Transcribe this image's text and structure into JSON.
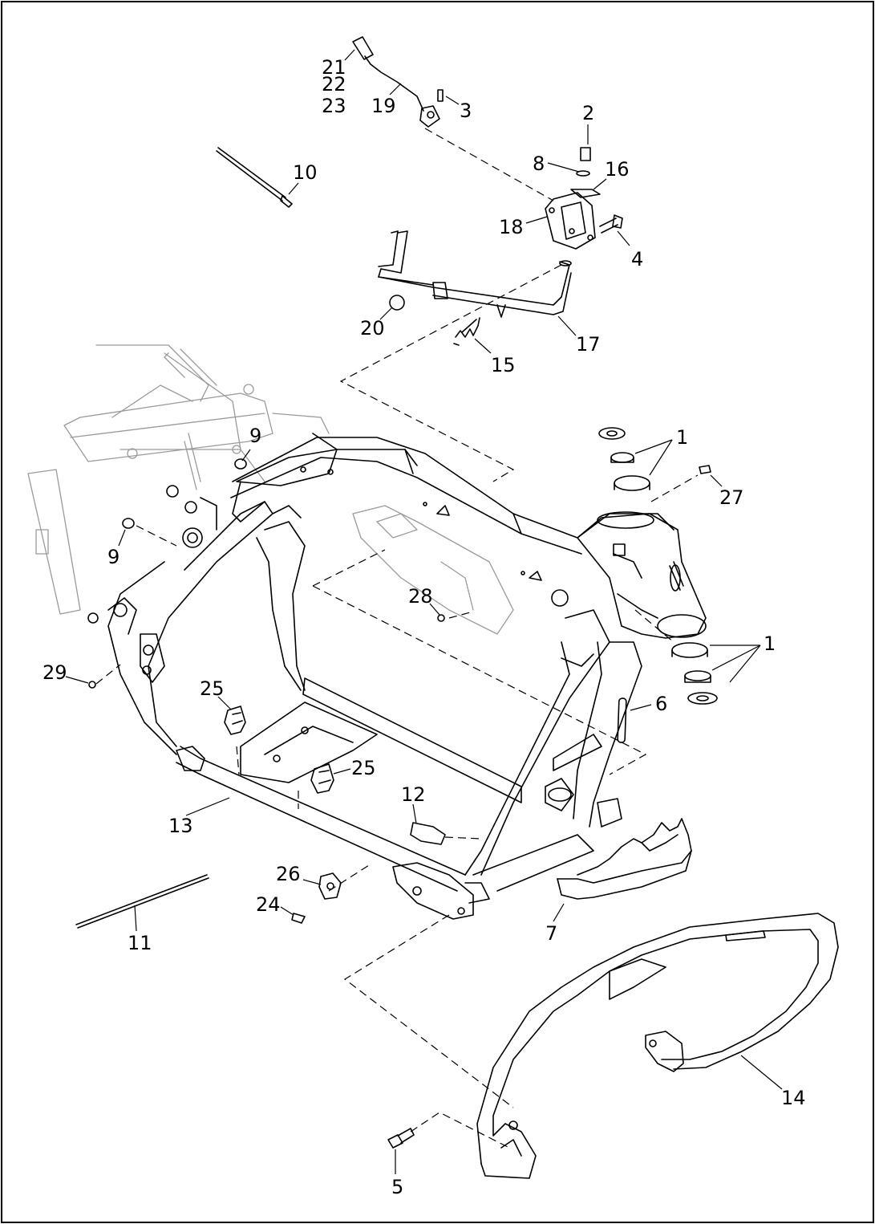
{
  "diagram": {
    "callouts": [
      {
        "id": "c21",
        "text": "21"
      },
      {
        "id": "c22",
        "text": "22"
      },
      {
        "id": "c23",
        "text": "23"
      },
      {
        "id": "c19",
        "text": "19"
      },
      {
        "id": "c3",
        "text": "3"
      },
      {
        "id": "c2",
        "text": "2"
      },
      {
        "id": "c8",
        "text": "8"
      },
      {
        "id": "c16",
        "text": "16"
      },
      {
        "id": "c10",
        "text": "10"
      },
      {
        "id": "c18",
        "text": "18"
      },
      {
        "id": "c4",
        "text": "4"
      },
      {
        "id": "c20",
        "text": "20"
      },
      {
        "id": "c17",
        "text": "17"
      },
      {
        "id": "c15",
        "text": "15"
      },
      {
        "id": "c9a",
        "text": "9"
      },
      {
        "id": "c1a",
        "text": "1"
      },
      {
        "id": "c27",
        "text": "27"
      },
      {
        "id": "c9b",
        "text": "9"
      },
      {
        "id": "c28",
        "text": "28"
      },
      {
        "id": "c1b",
        "text": "1"
      },
      {
        "id": "c29",
        "text": "29"
      },
      {
        "id": "c25a",
        "text": "25"
      },
      {
        "id": "c6",
        "text": "6"
      },
      {
        "id": "c25b",
        "text": "25"
      },
      {
        "id": "c12",
        "text": "12"
      },
      {
        "id": "c13",
        "text": "13"
      },
      {
        "id": "c26",
        "text": "26"
      },
      {
        "id": "c24",
        "text": "24"
      },
      {
        "id": "c11",
        "text": "11"
      },
      {
        "id": "c7",
        "text": "7"
      },
      {
        "id": "c14",
        "text": "14"
      },
      {
        "id": "c5",
        "text": "5"
      }
    ]
  }
}
